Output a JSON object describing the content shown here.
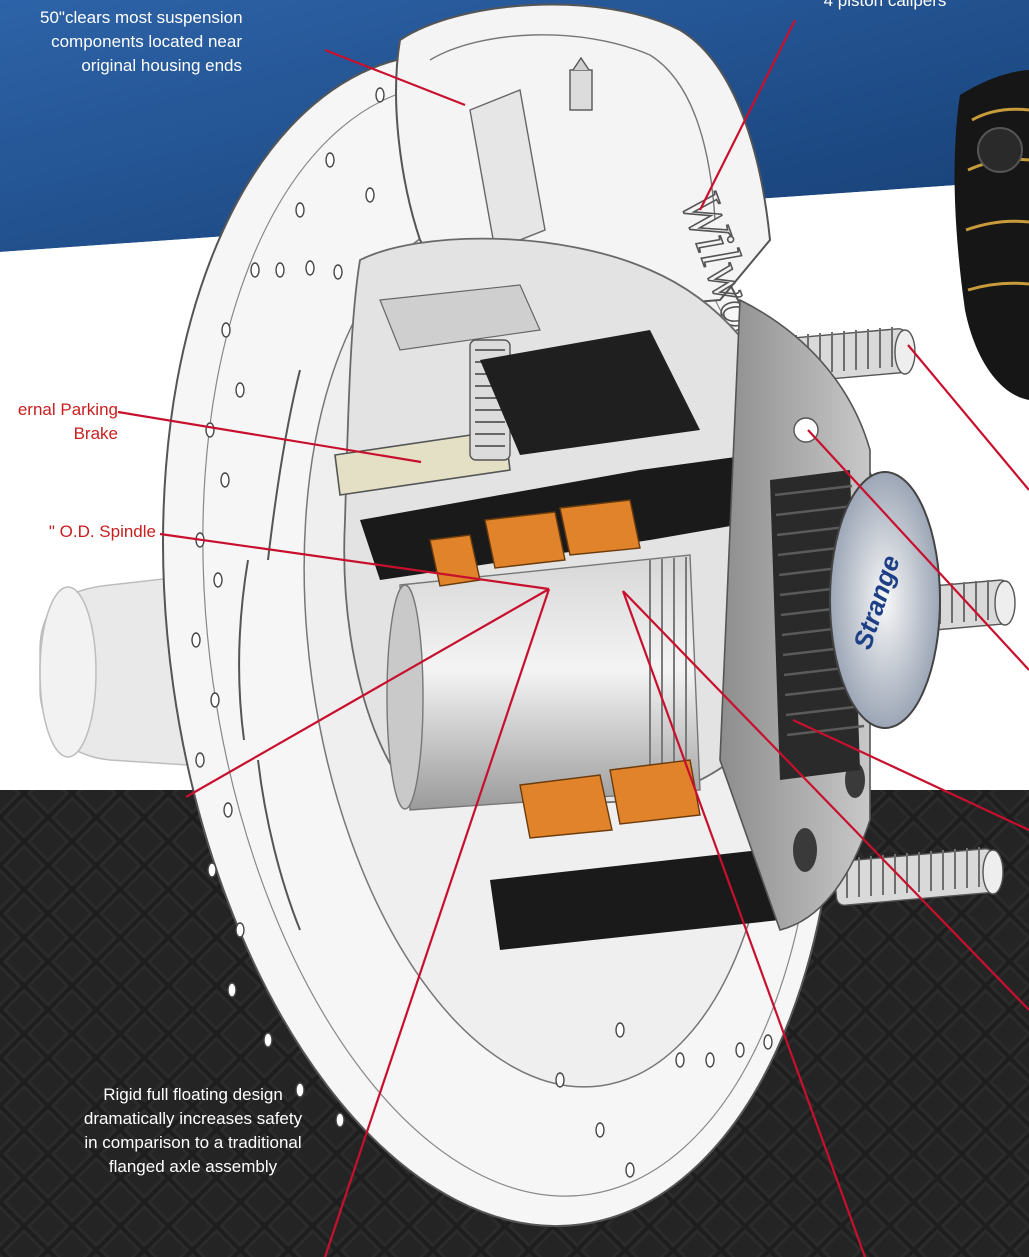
{
  "theme": {
    "banner_blue": "#1f4f8f",
    "dark_band": "#1d1d1d",
    "callout_red": "#c81e1e",
    "caliper_orange": "#e0832a"
  },
  "callouts": {
    "suspension_clearance": [
      "50\"clears most suspension",
      "components located near",
      "original housing ends"
    ],
    "calipers": "4 piston calipers",
    "parking_brake": [
      "ernal Parking",
      "Brake"
    ],
    "spindle": "\" O.D. Spindle",
    "full_floating": [
      "Rigid full floating design",
      "dramatically increases safety",
      "in comparison to a traditional",
      "flanged axle assembly"
    ]
  },
  "hub_cap_logo": "Strange"
}
